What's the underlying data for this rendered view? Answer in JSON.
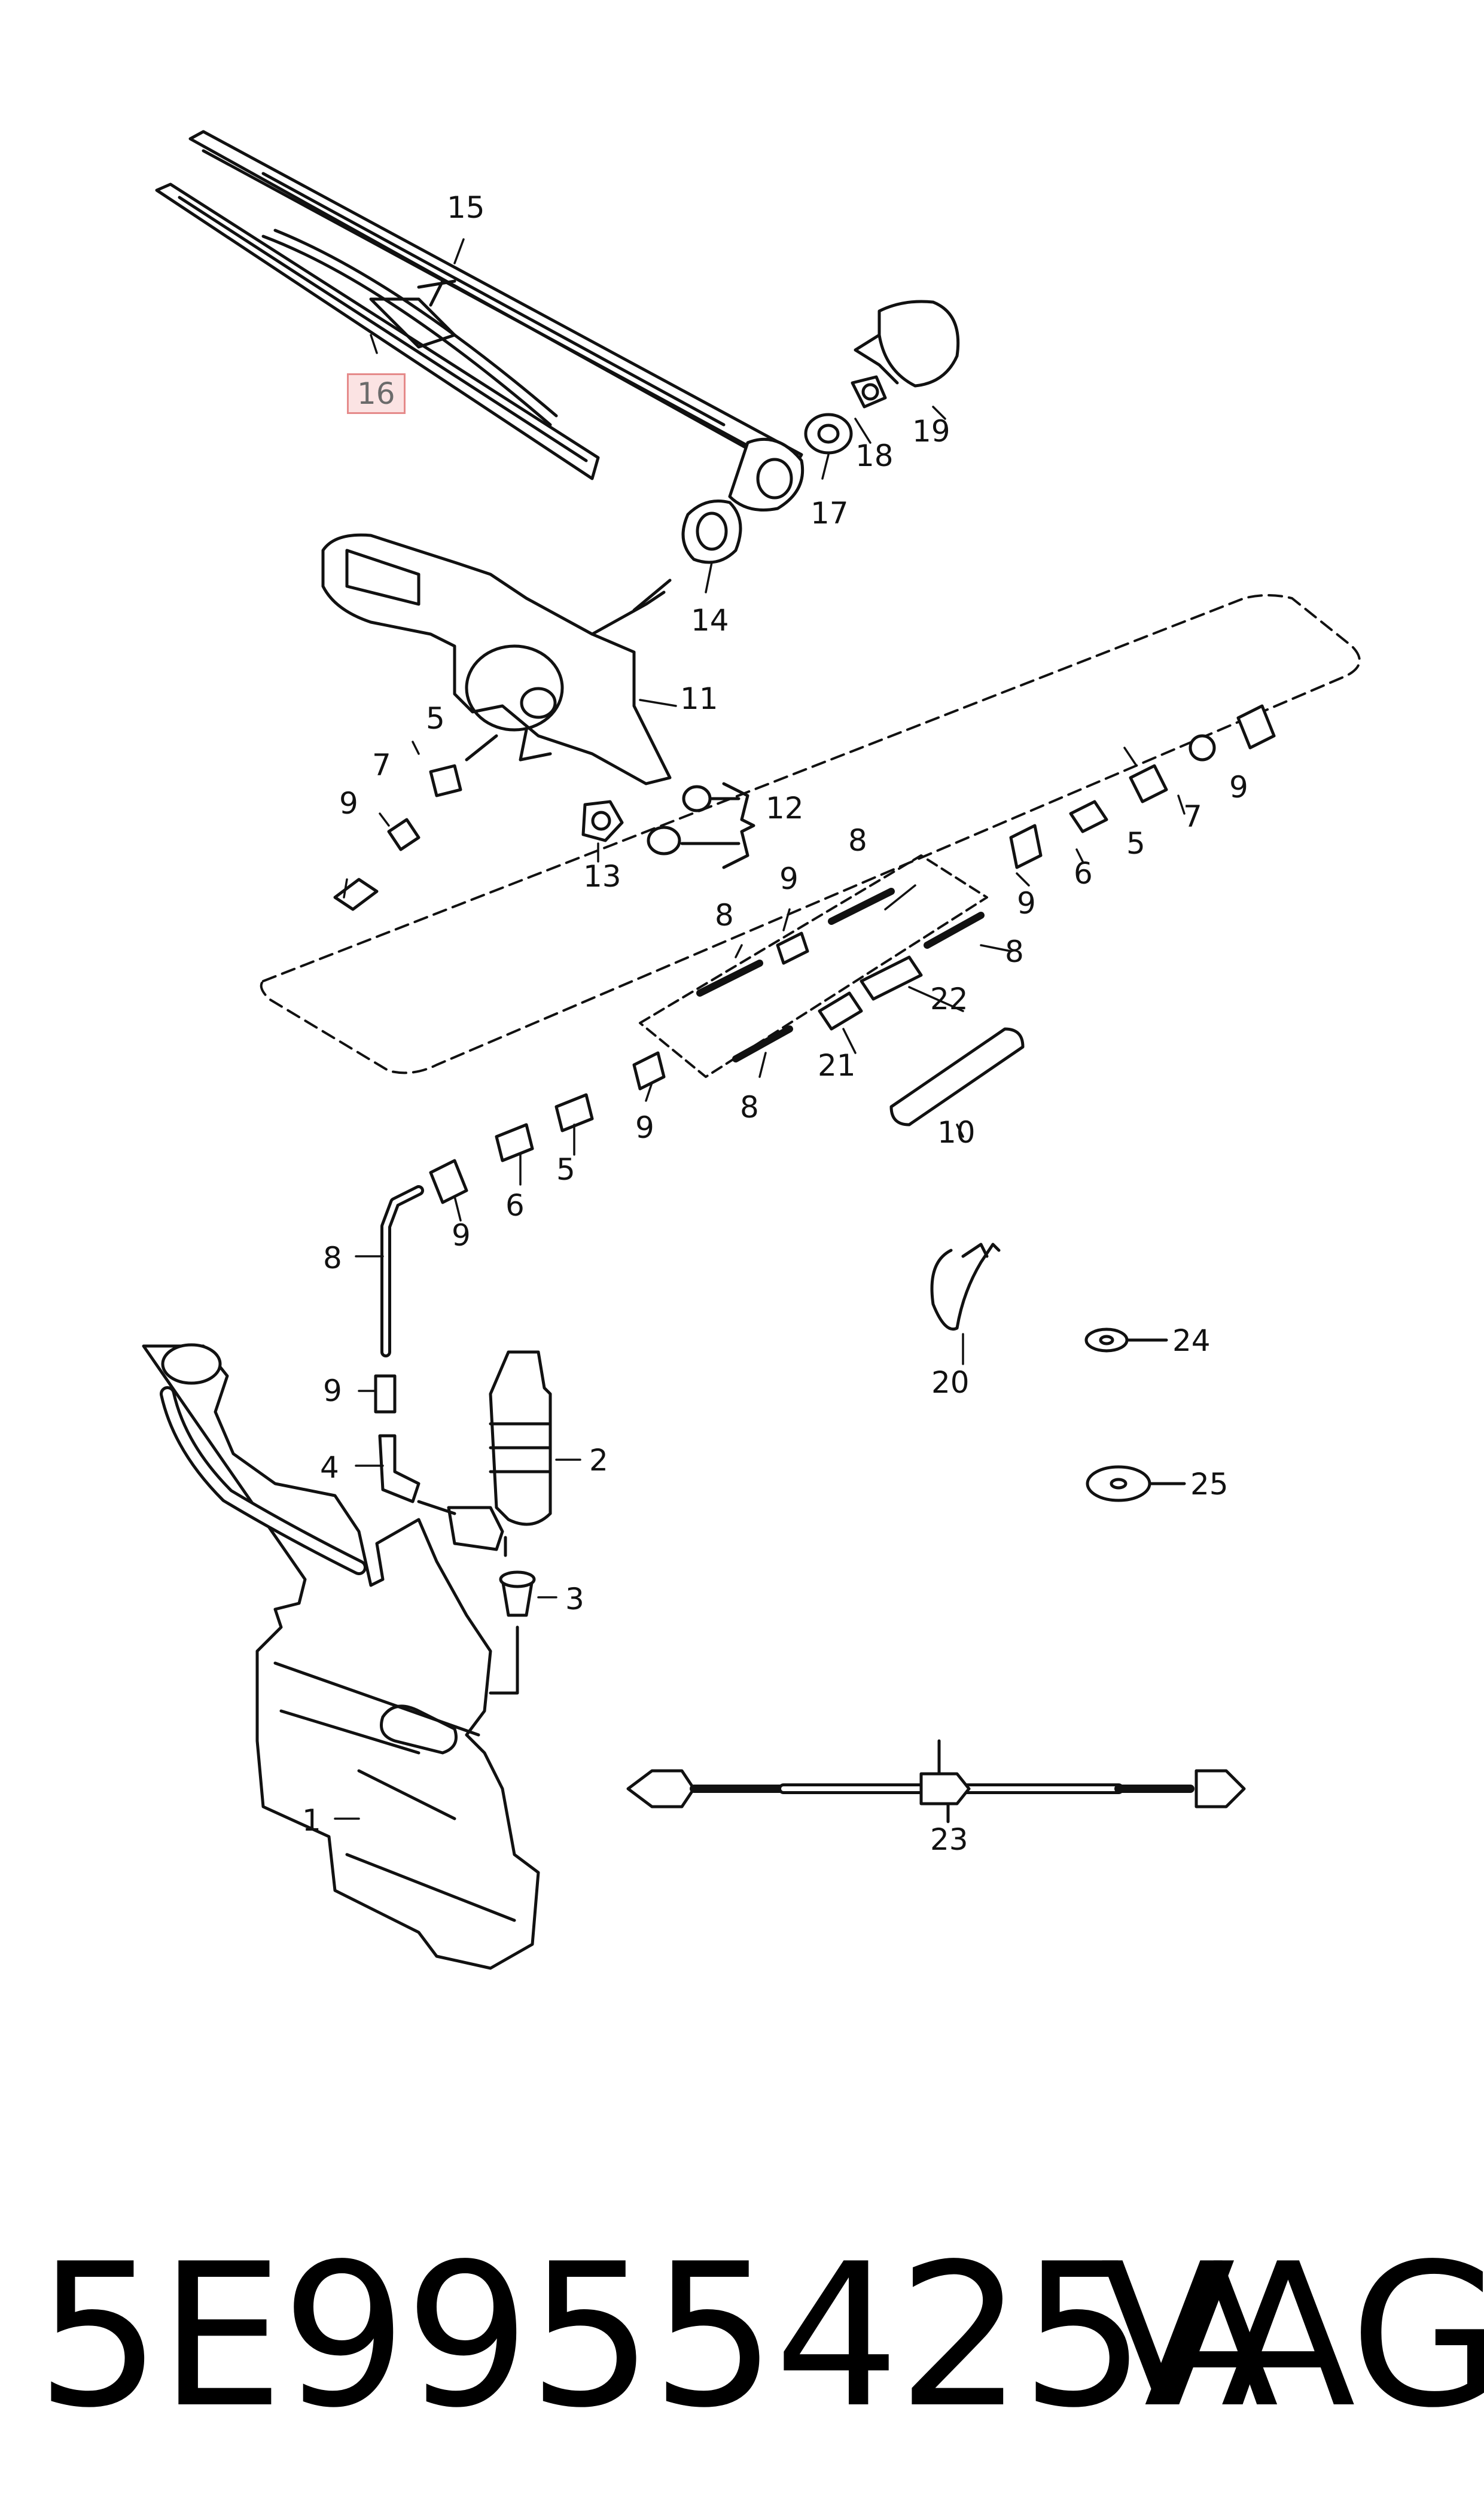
{
  "diagram": {
    "callouts": {
      "p1": "1",
      "p2": "2",
      "p3": "3",
      "p4": "4",
      "p5a": "5",
      "p5b": "5",
      "p5c": "5",
      "p6a": "6",
      "p6b": "6",
      "p7a": "7",
      "p7b": "7",
      "p8a": "8",
      "p8b": "8",
      "p8c": "8",
      "p8d": "8",
      "p8e": "8",
      "p9a": "9",
      "p9b": "9",
      "p9c": "9",
      "p9d": "9",
      "p9e": "9",
      "p9f": "9",
      "p9g": "9",
      "p10": "10",
      "p11": "11",
      "p12": "12",
      "p13": "13",
      "p14": "14",
      "p15": "15",
      "p16": "16",
      "p17": "17",
      "p18": "18",
      "p19": "19",
      "p20": "20",
      "p21": "21",
      "p22": "22",
      "p23": "23",
      "p24": "24",
      "p25": "25"
    },
    "highlighted_part": "16",
    "colors": {
      "line": "#111111",
      "highlight_border": "#e58a8a",
      "highlight_fill": "#fbe3e3"
    }
  },
  "footer": {
    "part_number": "5E9955425A",
    "brand": "VAG"
  }
}
